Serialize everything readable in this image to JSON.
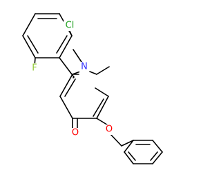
{
  "atoms": {
    "N": {
      "text": "N",
      "color": "#3333ff"
    },
    "O_carbonyl": {
      "text": "O",
      "color": "#ff0000"
    },
    "O_ether": {
      "text": "O",
      "color": "#ff0000"
    },
    "Cl": {
      "text": "Cl",
      "color": "#1fa01f"
    },
    "F": {
      "text": "F",
      "color": "#90c832"
    }
  }
}
